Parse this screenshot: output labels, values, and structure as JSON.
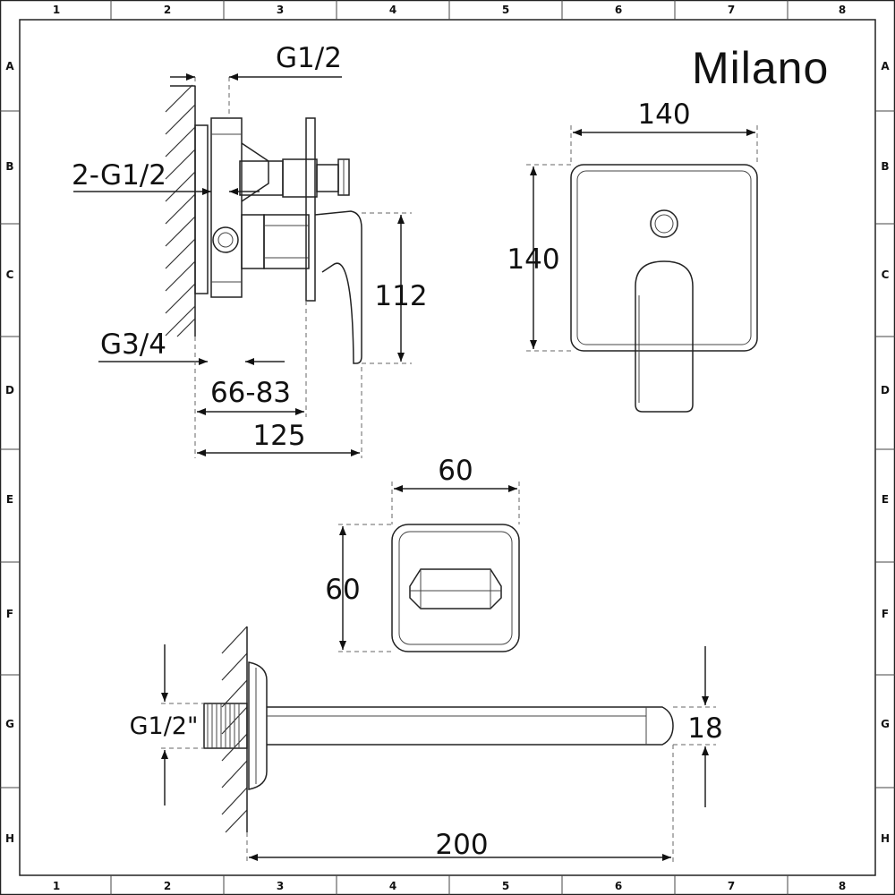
{
  "brand": "Milano",
  "grid": {
    "columns": [
      "1",
      "2",
      "3",
      "4",
      "5",
      "6",
      "7",
      "8"
    ],
    "rows": [
      "A",
      "B",
      "C",
      "D",
      "E",
      "F",
      "G",
      "H"
    ]
  },
  "side_view": {
    "inlet_top": "G1/2",
    "inlet_side": "2-G1/2",
    "inlet_bottom": "G3/4",
    "depth_range": "66-83",
    "depth_total": "125",
    "lever_height": "112"
  },
  "front_view": {
    "width": "140",
    "height": "140"
  },
  "spout_front": {
    "width": "60",
    "height": "60"
  },
  "spout_side": {
    "thread": "G1/2\"",
    "diameter": "18",
    "length": "200"
  }
}
